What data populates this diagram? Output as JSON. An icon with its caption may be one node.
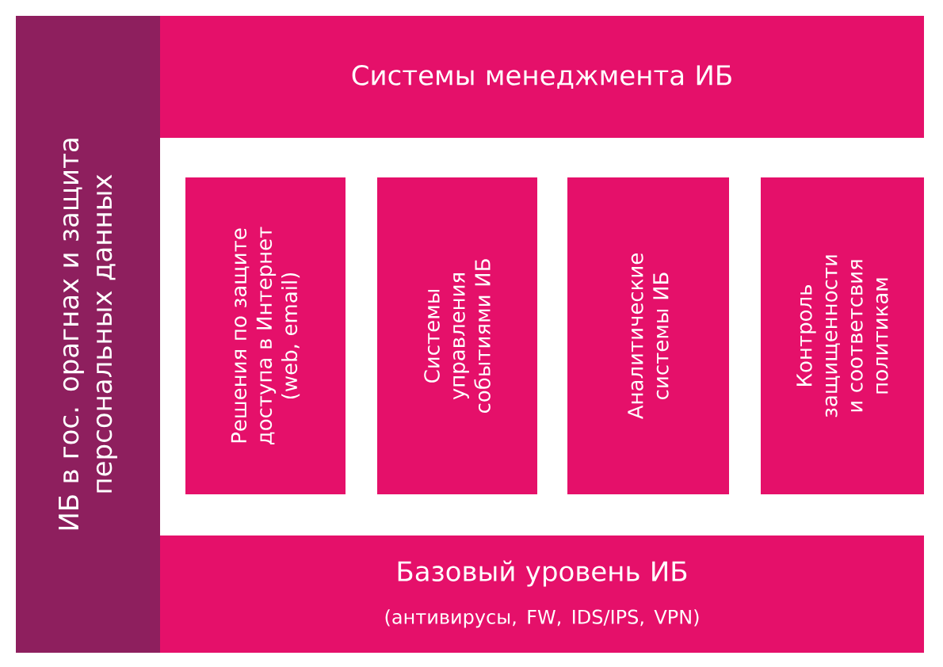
{
  "diagram": {
    "nodes": [
      {
        "text": [
          "ИБ в гос. орагнах и защита персональных данных"
        ]
      },
      {
        "text": [
          "Системы менеджмента ИБ"
        ]
      },
      {
        "text": [
          "Решения по защите доступа в Интернет (web, email)"
        ]
      },
      {
        "text": [
          "Системы управления событиями ИБ"
        ]
      },
      {
        "text": [
          "Аналитические системы ИБ"
        ]
      },
      {
        "text": [
          "Контроль защищенности и соответсвия политикам"
        ]
      },
      {
        "text": [
          "Базовый уровень ИБ",
          "(антивирусы, FW, IDS/IPS, VPN)"
        ]
      }
    ]
  }
}
